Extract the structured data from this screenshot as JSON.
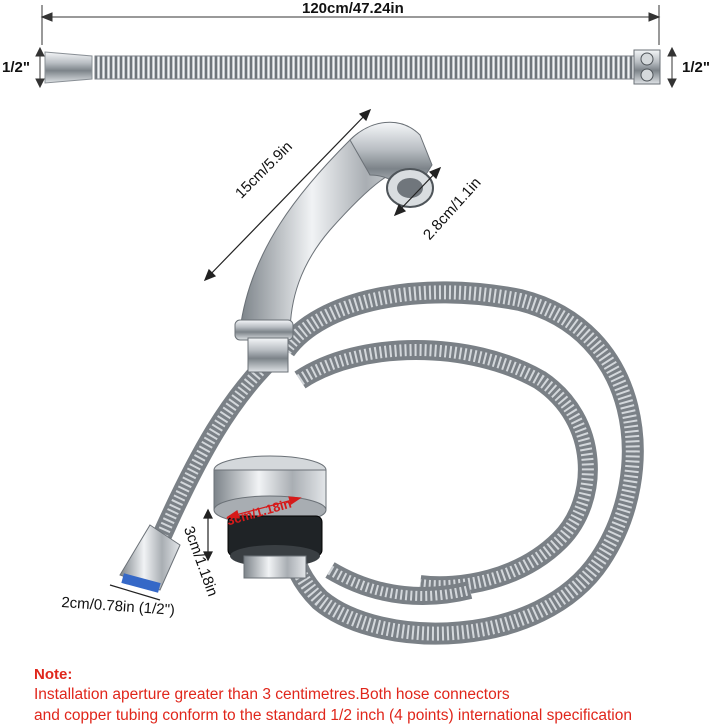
{
  "dimensions": {
    "hose_length": "120cm/47.24in",
    "left_end_diameter": "1/2\"",
    "right_end_diameter": "1/2\"",
    "spout_length": "15cm/5.9in",
    "spout_outlet_diameter": "2.8cm/1.1in",
    "nut_diameter": "3cm/1.18in",
    "nut_height": "3cm/1.18in",
    "connector_size": "2cm/0.78in (1/2\")"
  },
  "note": {
    "title": "Note:",
    "line1": "Installation aperture greater than 3 centimetres.Both hose connectors",
    "line2": "and copper tubing conform to the standard 1/2 inch (4 points) international specification"
  },
  "colors": {
    "note_text": "#e0261b",
    "dimension_text": "#111111",
    "nut_label": "#d61a1a",
    "chrome": "#c8ccd0"
  }
}
